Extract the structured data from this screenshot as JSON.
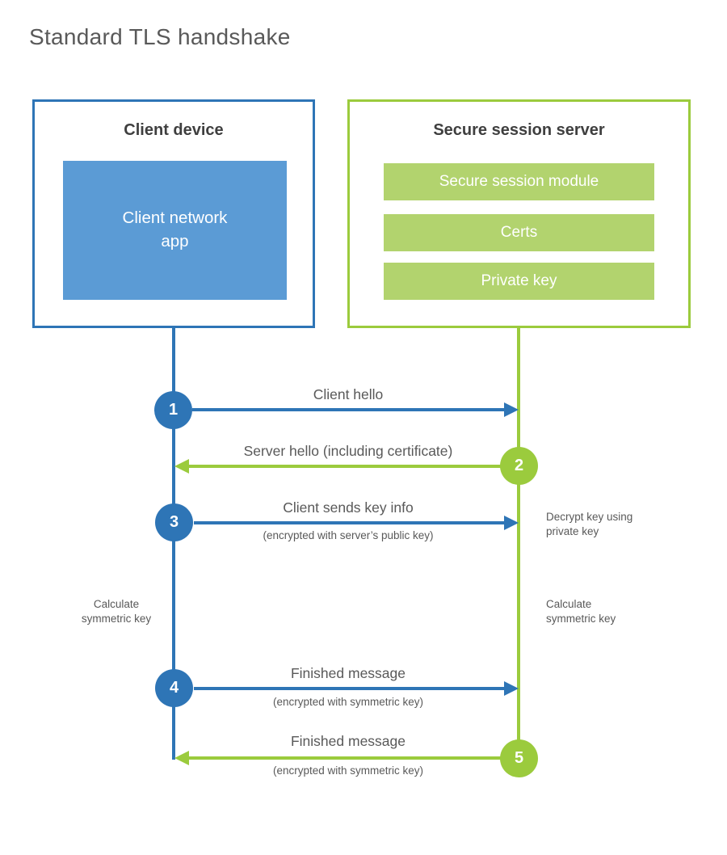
{
  "title": "Standard TLS handshake",
  "client": {
    "title": "Client device",
    "app_line1": "Client network",
    "app_line2": "app"
  },
  "server": {
    "title": "Secure session server",
    "modules": [
      "Secure session module",
      "Certs",
      "Private key"
    ]
  },
  "steps": [
    {
      "number": "1",
      "label": "Client hello",
      "sublabel": "",
      "from": "client",
      "to": "server"
    },
    {
      "number": "2",
      "label": "Server hello (including certificate)",
      "sublabel": "",
      "from": "server",
      "to": "client"
    },
    {
      "number": "3",
      "label": "Client sends key info",
      "sublabel": "(encrypted with server’s public key)",
      "from": "client",
      "to": "server"
    },
    {
      "number": "4",
      "label": "Finished message",
      "sublabel": "(encrypted with symmetric key)",
      "from": "client",
      "to": "server"
    },
    {
      "number": "5",
      "label": "Finished message",
      "sublabel": "(encrypted with symmetric key)",
      "from": "server",
      "to": "client"
    }
  ],
  "notes": {
    "decrypt": "Decrypt key using\nprivate key",
    "calc_left": "Calculate\nsymmetric key",
    "calc_right": "Calculate\nsymmetric key"
  },
  "colors": {
    "blue": "#2e75b6",
    "blue_light": "#5b9bd5",
    "green": "#9bcb3d",
    "green_light": "#b2d36e",
    "text_dark": "#3f3f3f",
    "text_gray": "#595959"
  }
}
